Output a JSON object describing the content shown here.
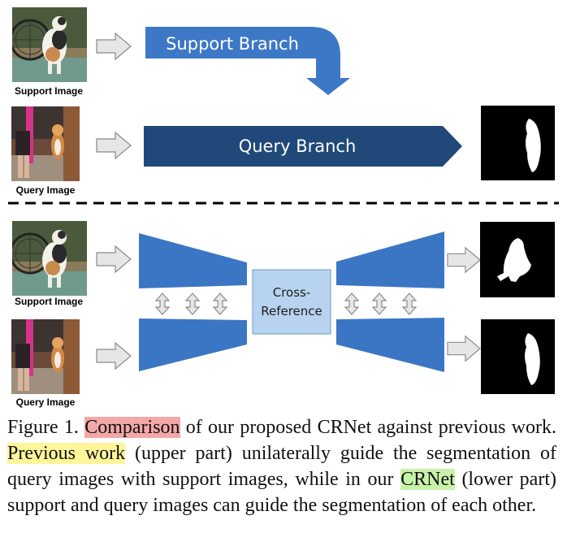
{
  "figure": {
    "top": {
      "support_label": "Support Image",
      "query_label": "Query Image",
      "support_branch": "Support Branch",
      "query_branch": "Query Branch"
    },
    "bottom": {
      "support_label": "Support Image",
      "query_label": "Query Image",
      "cross_reference_line1": "Cross-",
      "cross_reference_line2": "Reference"
    },
    "colors": {
      "branch_light": "#3d78c6",
      "branch_dark": "#20497a",
      "encoder_blue": "#3b76c4",
      "cross_ref_fill": "#b7d3ef",
      "arrow_gray": "#e6e6e6"
    }
  },
  "caption": {
    "prefix": "Figure 1. ",
    "highlight1": "Comparison",
    "text1": " of our proposed CRNet against previous work. ",
    "highlight2": "Previous work",
    "text2": " (upper part) unilaterally guide the segmentation of query images with support images, while in our ",
    "highlight3": "CRNet",
    "text3": " (lower part) support and query images can guide the segmentation of each other."
  }
}
